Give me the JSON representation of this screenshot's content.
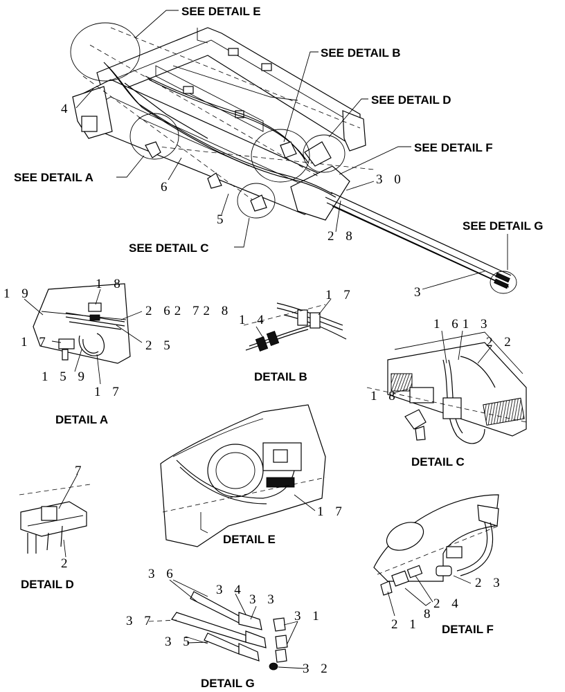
{
  "callouts": {
    "see_e": "SEE DETAIL E",
    "see_b": "SEE DETAIL B",
    "see_d": "SEE DETAIL D",
    "see_f": "SEE DETAIL F",
    "see_a": "SEE DETAIL A",
    "see_c": "SEE DETAIL C",
    "see_g": "SEE DETAIL G"
  },
  "detail_titles": {
    "a": "DETAIL A",
    "b": "DETAIL B",
    "c": "DETAIL C",
    "d": "DETAIL D",
    "e": "DETAIL E",
    "f": "DETAIL F",
    "g": "DETAIL G"
  },
  "main_labels": {
    "n4": "4",
    "n6": "6",
    "n5": "5",
    "n30": "3 0",
    "n28": "2 8",
    "n3": "3"
  },
  "detail_a_labels": {
    "n19": "1 9",
    "n18": "1 8",
    "n262728": "2 62 72 8",
    "n25": "2 5",
    "n17a": "1 7",
    "n159": "1 5 9",
    "n17b": "1 7"
  },
  "detail_b_labels": {
    "n17": "1 7",
    "n14": "1 4"
  },
  "detail_c_labels": {
    "n1613": "1 61 3",
    "n22": "2 2",
    "n18": "1 8"
  },
  "detail_d_labels": {
    "n7": "7",
    "n2": "2"
  },
  "detail_e_labels": {
    "n17": "1 7"
  },
  "detail_f_labels": {
    "n23": "2 3",
    "n24": "2 4",
    "n8": "8",
    "n21": "2 1"
  },
  "detail_g_labels": {
    "n36": "3 6",
    "n34": "3 4",
    "n33": "3 3",
    "n37": "3 7",
    "n31": "3 1",
    "n35": "3 5",
    "n32": "3 2"
  }
}
